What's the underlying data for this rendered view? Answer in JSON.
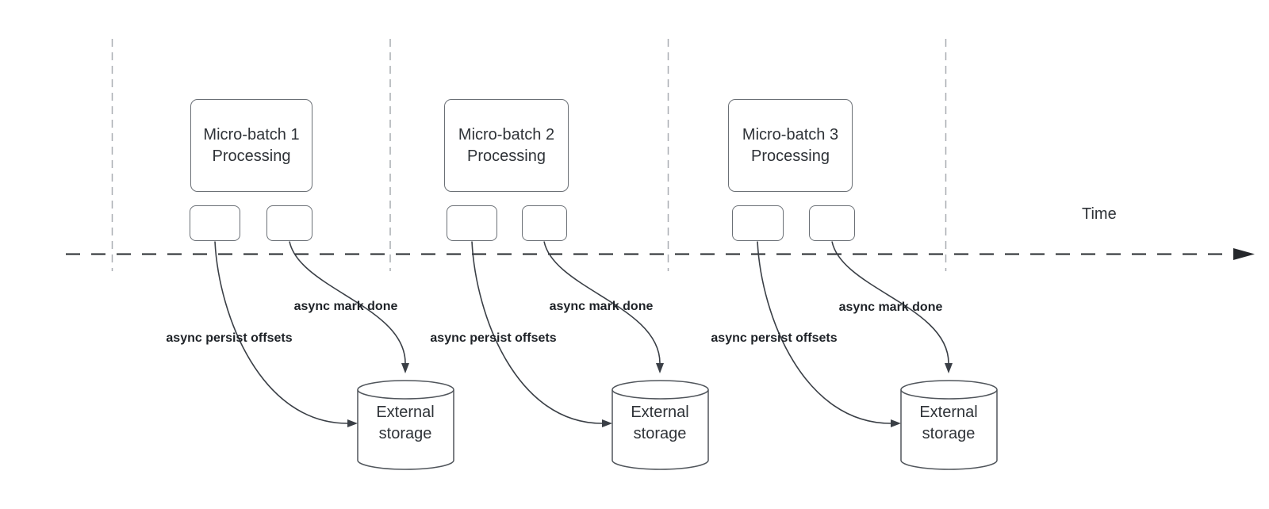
{
  "axis": {
    "time_label": "Time"
  },
  "batches": [
    {
      "title_line1": "Micro-batch 1",
      "title_line2": "Processing",
      "persist_arrow_label": "async persist offsets",
      "mark_done_arrow_label": "async mark done",
      "storage_line1": "External",
      "storage_line2": "storage"
    },
    {
      "title_line1": "Micro-batch 2",
      "title_line2": "Processing",
      "persist_arrow_label": "async persist offsets",
      "mark_done_arrow_label": "async mark done",
      "storage_line1": "External",
      "storage_line2": "storage"
    },
    {
      "title_line1": "Micro-batch 3",
      "title_line2": "Processing",
      "persist_arrow_label": "async persist offsets",
      "mark_done_arrow_label": "async mark done",
      "storage_line1": "External",
      "storage_line2": "storage"
    }
  ],
  "colors": {
    "background": "#ffffff",
    "box_border": "#6b7076",
    "box_text": "#2f3338",
    "cylinder_border": "#50555b",
    "arrow_stroke": "#3a3f46",
    "axis_stroke": "#26282c",
    "guide_line": "#a9adb2",
    "label_text": "#1e2227"
  }
}
